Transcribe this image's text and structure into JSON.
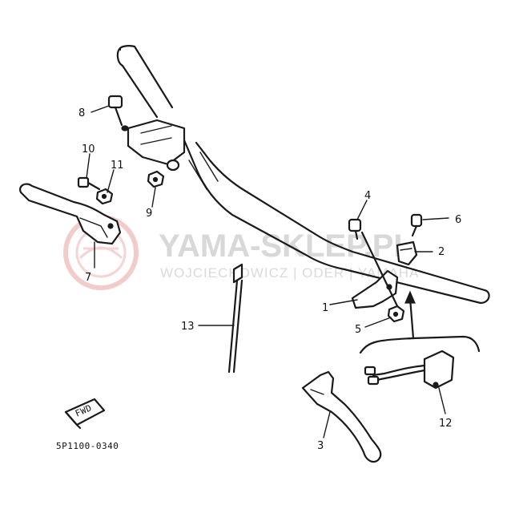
{
  "watermark": {
    "brand": "YAMA-SKLEP.PL",
    "subtitle": "WOJCIECHOWICZ | ODER | YAMAHA",
    "accent_color": "#e8a0a0"
  },
  "diagram_code": "5P1100-0340",
  "fwd_label": "FWD",
  "callouts": [
    {
      "id": "1",
      "part": "lever-holder"
    },
    {
      "id": "2",
      "part": "clamp"
    },
    {
      "id": "3",
      "part": "clutch-lever"
    },
    {
      "id": "4",
      "part": "bolt"
    },
    {
      "id": "5",
      "part": "nut"
    },
    {
      "id": "6",
      "part": "bolt"
    },
    {
      "id": "7",
      "part": "brake-lever"
    },
    {
      "id": "8",
      "part": "bolt"
    },
    {
      "id": "9",
      "part": "nut"
    },
    {
      "id": "10",
      "part": "bolt"
    },
    {
      "id": "11",
      "part": "nut"
    },
    {
      "id": "12",
      "part": "switch"
    },
    {
      "id": "13",
      "part": "cable-band"
    }
  ]
}
